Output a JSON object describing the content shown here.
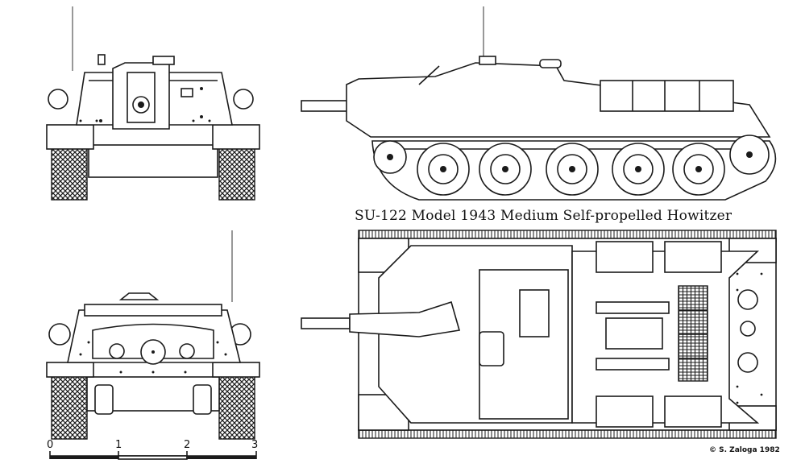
{
  "title": "SU-122 Model 1943 Medium Self-propelled Howitzer",
  "credit": "© S. Zaloga 1982",
  "scale": {
    "ticks": [
      "0",
      "1",
      "2",
      "3"
    ]
  },
  "views": [
    "front-view",
    "rear-view",
    "side-view",
    "top-view"
  ]
}
